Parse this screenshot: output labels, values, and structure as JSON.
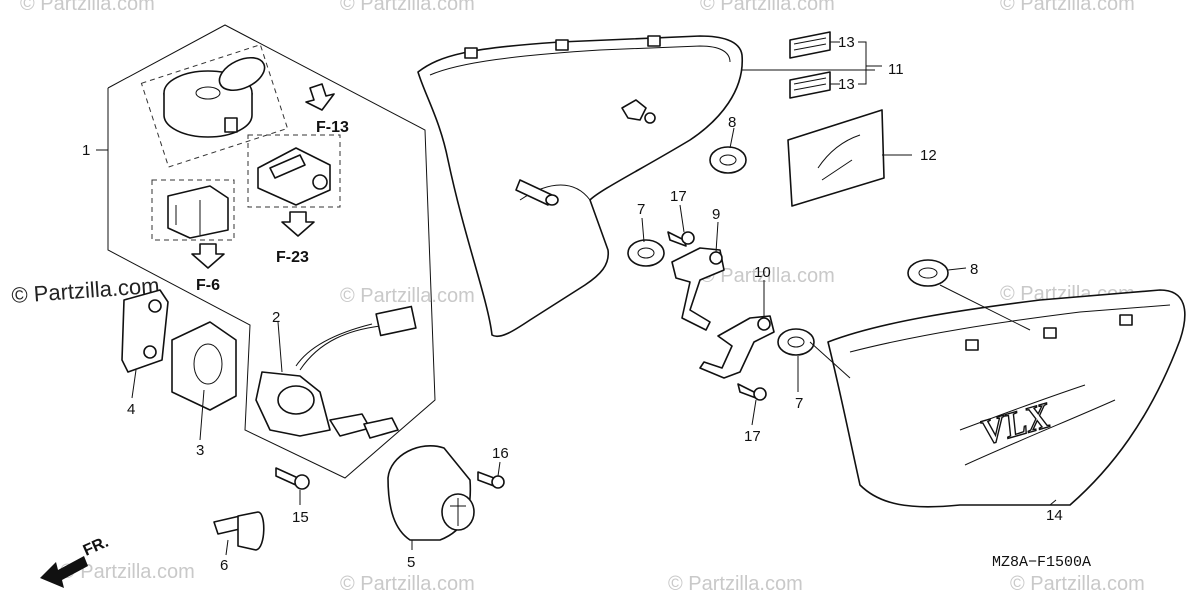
{
  "watermark": {
    "main": "© Partzilla.com",
    "faint": "© Partzilla.com"
  },
  "callouts": {
    "c1": "1",
    "c2": "2",
    "c3": "3",
    "c4": "4",
    "c5": "5",
    "c6": "6",
    "c7a": "7",
    "c7b": "7",
    "c8a": "8",
    "c8b": "8",
    "c9": "9",
    "c10": "10",
    "c11": "11",
    "c12": "12",
    "c13a": "13",
    "c13b": "13",
    "c14": "14",
    "c15": "15",
    "c16": "16",
    "c17a": "17",
    "c17b": "17"
  },
  "refs": {
    "f13": "F-13",
    "f23": "F-23",
    "f6": "F-6",
    "front": "FR."
  },
  "diagram_code": "MZ8A−F1500A",
  "emblem_text": "VLX"
}
